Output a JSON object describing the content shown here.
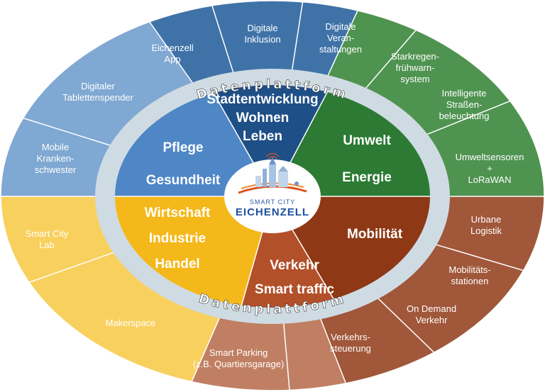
{
  "colors": {
    "health": "#4f86c6",
    "health_outer": "#7fa8d2",
    "city": "#1f4f87",
    "city_outer": "#3f73a8",
    "environment": "#2c7a34",
    "environment_outer": "#4f9350",
    "mobility": "#8e3815",
    "mobility_outer": "#a0573a",
    "traffic": "#b2502a",
    "traffic_outer": "#c07f62",
    "economy": "#f5b81a",
    "economy_outer": "#f8d05e",
    "ring": "#cfdbe3"
  },
  "ring_label": "Datenplattform",
  "logo": {
    "line1": "SMART CITY",
    "line2": "EICHENZELL"
  },
  "inner": {
    "health": [
      "Pflege",
      "Gesundheit"
    ],
    "city": [
      "Stadtentwicklung",
      "Wohnen",
      "Leben"
    ],
    "environment": [
      "Umwelt",
      "Energie"
    ],
    "mobility": [
      "Mobilität"
    ],
    "traffic": [
      "Verkehr",
      "Smart traffic"
    ],
    "economy": [
      "Wirtschaft",
      "Industrie",
      "Handel"
    ]
  },
  "outer": {
    "mobile_nurse": [
      "Mobile",
      "Kranken-",
      "schwester"
    ],
    "tablet_dispenser": [
      "Digitaler",
      "Tablettenspender"
    ],
    "app": [
      "Eichenzell",
      "App"
    ],
    "inclusion": [
      "Digitale",
      "Inklusion"
    ],
    "events": [
      "Digitale",
      "Veran-",
      "staltungen"
    ],
    "rain_warning": [
      "Starkregen-",
      "frühwarn-",
      "system"
    ],
    "lighting": [
      "Intelligente",
      "Straßen-",
      "beleuchtung"
    ],
    "sensors": [
      "Umweltsensoren",
      "+",
      "LoRaWAN"
    ],
    "logistics": [
      "Urbane",
      "Logistik"
    ],
    "stations": [
      "Mobilitäts-",
      "stationen"
    ],
    "on_demand": [
      "On Demand",
      "Verkehr"
    ],
    "traffic_control": [
      "Verkehrs-",
      "steuerung"
    ],
    "parking": [
      "Smart Parking",
      "(z.B. Quartiersgarage)"
    ],
    "makerspace": [
      "Makerspace"
    ],
    "lab": [
      "Smart City",
      "Lab"
    ]
  }
}
